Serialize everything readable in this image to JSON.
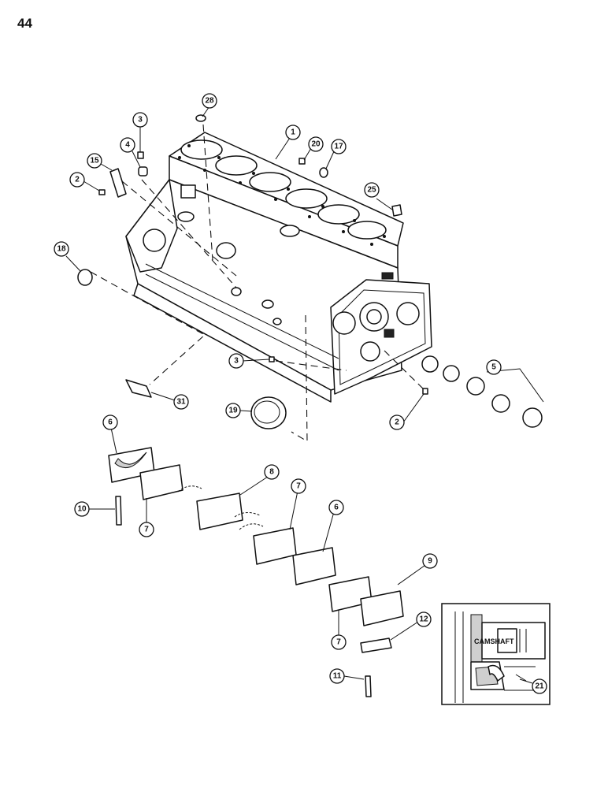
{
  "page": {
    "number": "44"
  },
  "inset": {
    "label": "CAMSHAFT",
    "callout": "21"
  },
  "callouts": [
    {
      "id": "c28",
      "label": "28"
    },
    {
      "id": "c3a",
      "label": "3"
    },
    {
      "id": "c1",
      "label": "1"
    },
    {
      "id": "c20",
      "label": "20"
    },
    {
      "id": "c17",
      "label": "17"
    },
    {
      "id": "c4",
      "label": "4"
    },
    {
      "id": "c15",
      "label": "15"
    },
    {
      "id": "c2a",
      "label": "2"
    },
    {
      "id": "c25",
      "label": "25"
    },
    {
      "id": "c18",
      "label": "18"
    },
    {
      "id": "c3b",
      "label": "3"
    },
    {
      "id": "c5",
      "label": "5"
    },
    {
      "id": "c31",
      "label": "31"
    },
    {
      "id": "c19",
      "label": "19"
    },
    {
      "id": "c2b",
      "label": "2"
    },
    {
      "id": "c6a",
      "label": "6"
    },
    {
      "id": "c8",
      "label": "8"
    },
    {
      "id": "c7a",
      "label": "7"
    },
    {
      "id": "c10",
      "label": "10"
    },
    {
      "id": "c7b",
      "label": "7"
    },
    {
      "id": "c6b",
      "label": "6"
    },
    {
      "id": "c9",
      "label": "9"
    },
    {
      "id": "c12",
      "label": "12"
    },
    {
      "id": "c7c",
      "label": "7"
    },
    {
      "id": "c11",
      "label": "11"
    }
  ]
}
